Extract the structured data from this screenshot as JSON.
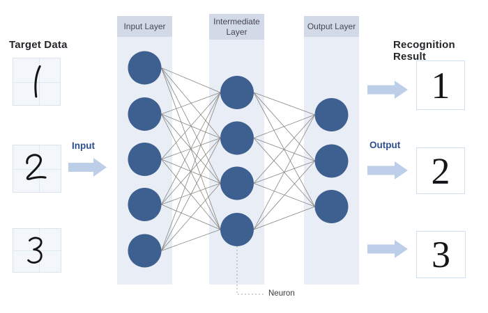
{
  "target_data": {
    "title": "Target Data",
    "items": [
      {
        "digit": "1"
      },
      {
        "digit": "2"
      },
      {
        "digit": "3"
      }
    ]
  },
  "flow": {
    "input_label": "Input",
    "output_label": "Output"
  },
  "network": {
    "layers": [
      {
        "label": "Input Layer",
        "neurons": 5
      },
      {
        "label": "Intermediate Layer",
        "neurons": 4
      },
      {
        "label": "Output Layer",
        "neurons": 3
      }
    ],
    "fully_connected": true,
    "neuron_label": "Neuron"
  },
  "recognition": {
    "title": "Recognition Result",
    "items": [
      {
        "digit": "1"
      },
      {
        "digit": "2"
      },
      {
        "digit": "3"
      }
    ]
  },
  "colors": {
    "neuron": "#3e6090",
    "connection": "#85857e",
    "column_header_bg": "#d2d9e7",
    "column_body_bg": "#e9edf5",
    "arrow": "#bccee8",
    "flow_label": "#2d4e8c",
    "heading_text": "#26262b",
    "header_text": "#47474f",
    "target_box_bg": "#f3f7fb",
    "target_box_border": "#d9e3ed",
    "target_box_grid": "#dce8f2",
    "result_box_border": "#cfdfee",
    "digit_ink": "#141414"
  }
}
